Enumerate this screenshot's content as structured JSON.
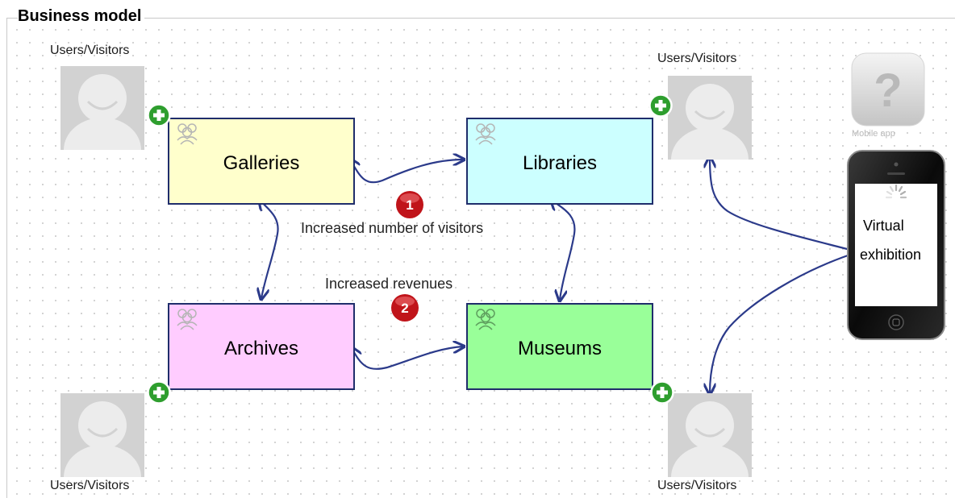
{
  "title": "Business model",
  "users_label": "Users/Visitors",
  "nodes": {
    "galleries": {
      "label": "Galleries",
      "color": "#ffffcc"
    },
    "libraries": {
      "label": "Libraries",
      "color": "#ccffff"
    },
    "archives": {
      "label": "Archives",
      "color": "#ffccff"
    },
    "museums": {
      "label": "Museums",
      "color": "#99ff99"
    }
  },
  "annotations": {
    "one": {
      "number": "1",
      "text": "Increased number of visitors"
    },
    "two": {
      "number": "2",
      "text": "Increased revenues"
    }
  },
  "device": {
    "line1": "Virtual",
    "line2": "exhibition",
    "app_caption": "Mobile app",
    "app_symbol": "?"
  },
  "colors": {
    "border": "#1f2d6b",
    "arrow": "#2b3a8a",
    "badge": "#c0141a",
    "plus": "#2e9e2e",
    "avatar_bg": "#d2d2d2"
  },
  "icons": [
    "user-avatar-icon",
    "plus-icon",
    "group-icon",
    "question-icon",
    "smartphone-icon",
    "loading-spinner-icon"
  ]
}
